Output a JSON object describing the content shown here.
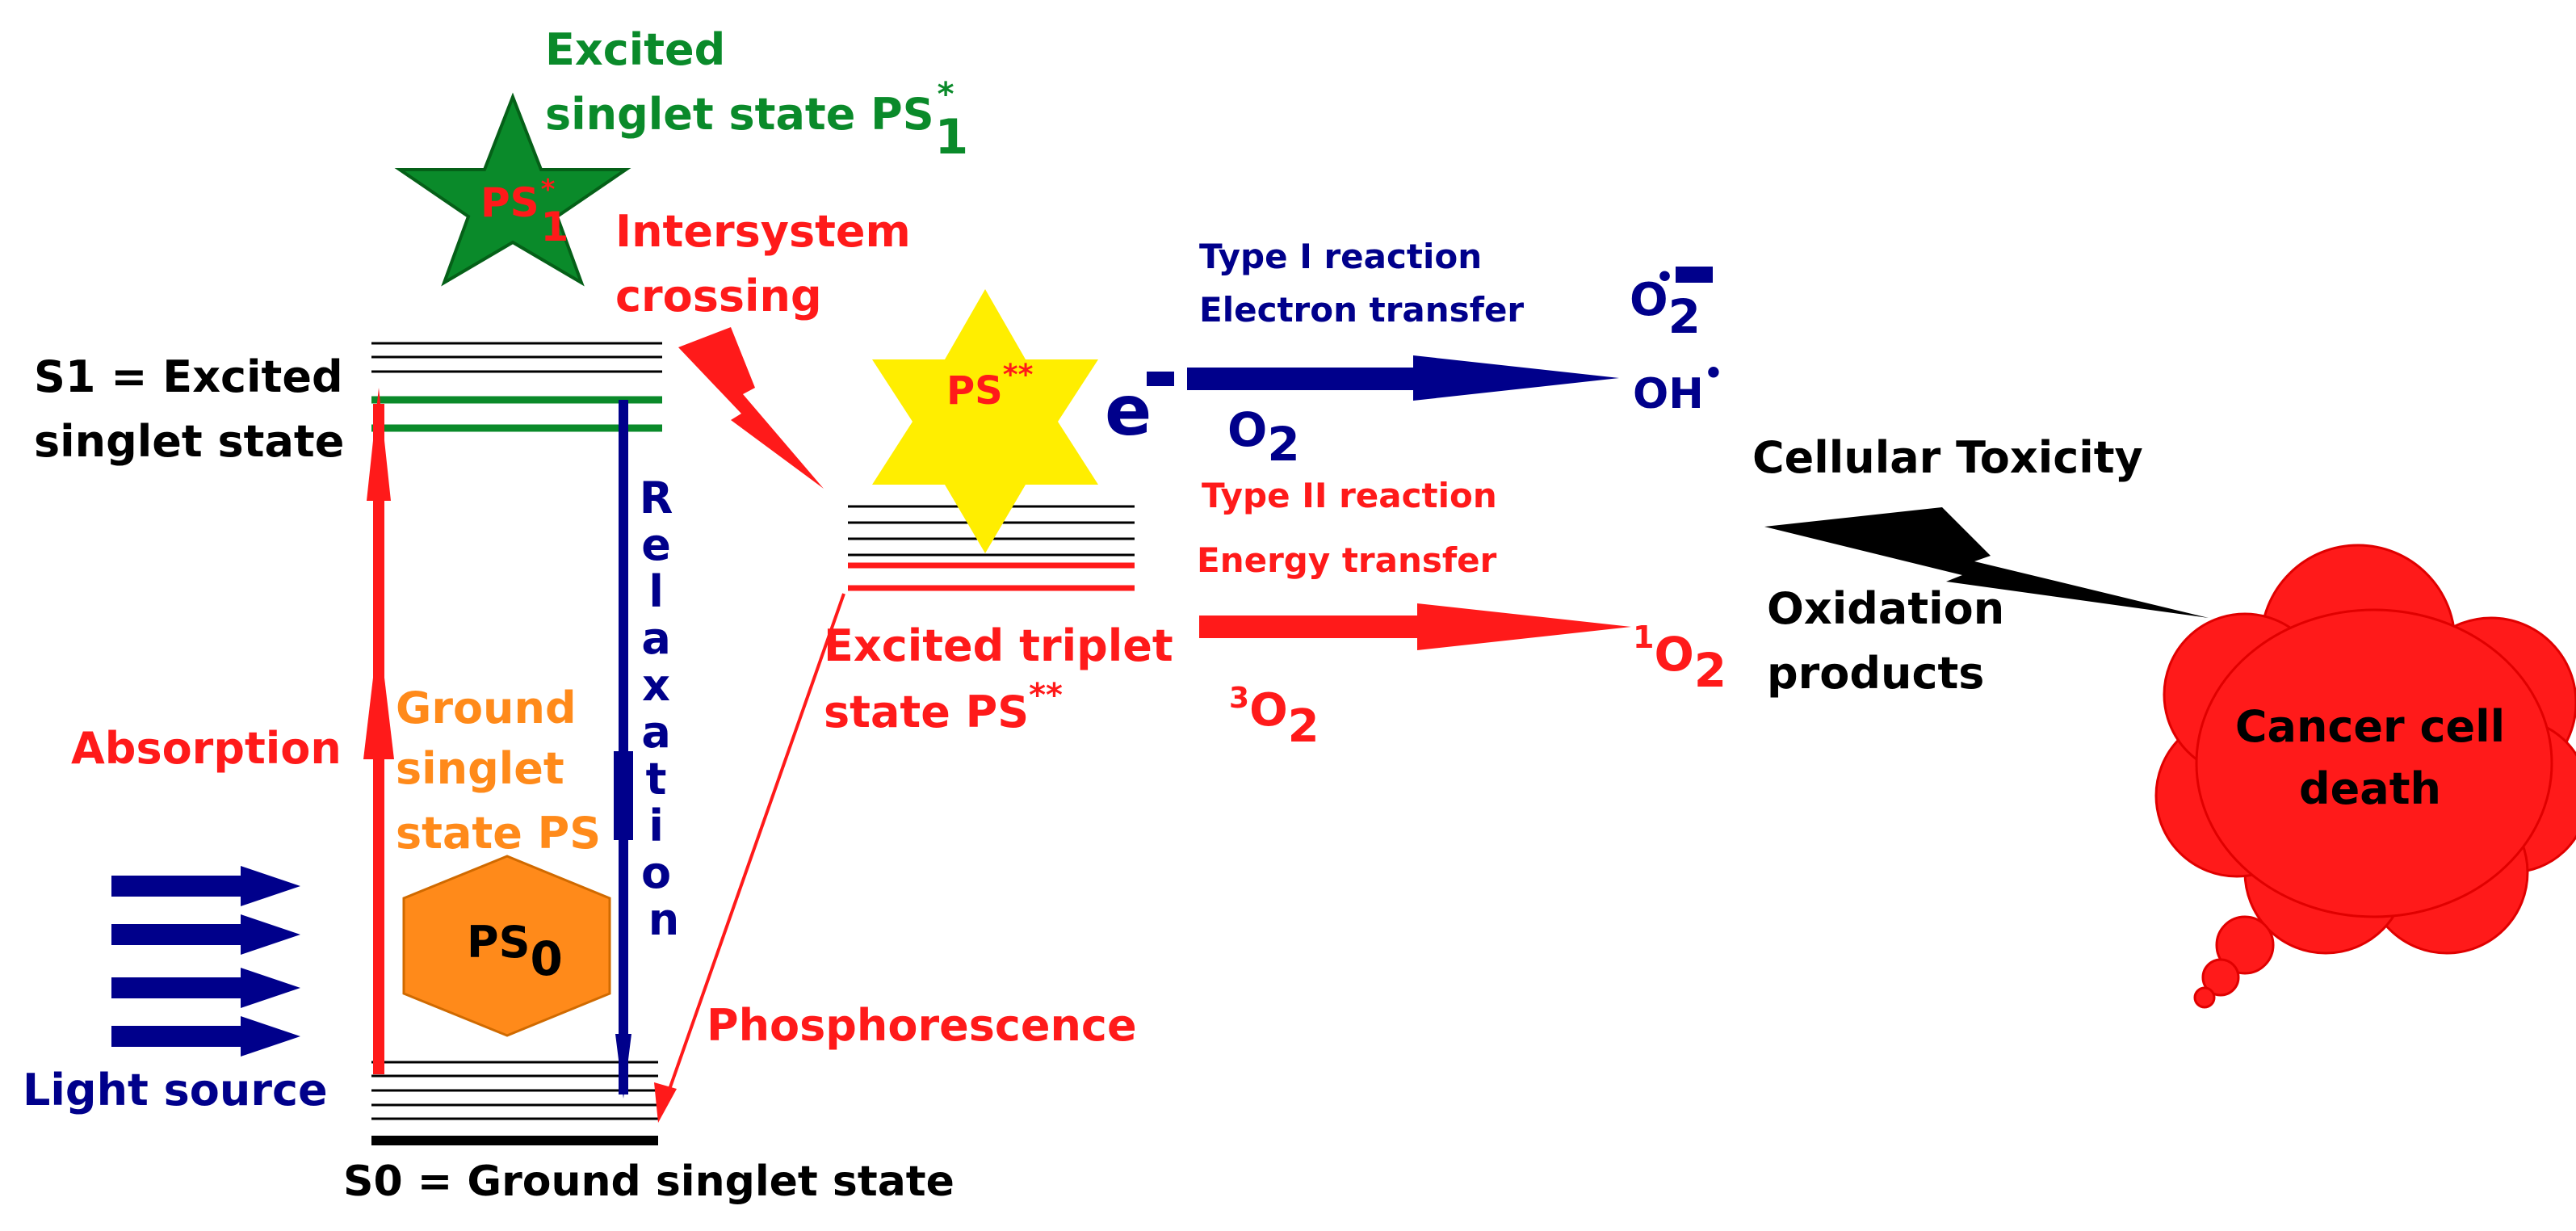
{
  "colors": {
    "green": "#0a8a2a",
    "red": "#ff1a1a",
    "blue": "#00008b",
    "orange": "#ff8a1a",
    "yellow": "#ffee00",
    "black": "#000000"
  },
  "singlet_excited": {
    "label_line1": "Excited",
    "label_line2": "singlet state PS",
    "label_sup": "*",
    "label_sub": "1",
    "star_text": "PS",
    "star_sup": "*",
    "star_sub": "1"
  },
  "isc": {
    "line1": "Intersystem",
    "line2": "crossing"
  },
  "s1": {
    "line1": "S1 = Excited",
    "line2": "singlet state"
  },
  "s0": {
    "label": "S0 = Ground singlet state"
  },
  "absorption": "Absorption",
  "relaxation": [
    "R",
    "e",
    "l",
    "a",
    "x",
    "a",
    "t",
    "i",
    "o",
    "n"
  ],
  "ground_singlet": {
    "line1": "Ground",
    "line2": "singlet",
    "line3": "state PS"
  },
  "ps0": {
    "text": "PS",
    "sub": "0"
  },
  "light_source": "Light source",
  "phosphorescence": "Phosphorescence",
  "triplet_star": {
    "text": "PS",
    "sup": "**"
  },
  "triplet_label": {
    "line1": "Excited triplet",
    "line2": "state PS",
    "sup": "**"
  },
  "electron": {
    "text": "e"
  },
  "type1": {
    "line1": "Type I  reaction",
    "line2": "Electron transfer",
    "o2": "O",
    "o2_sub": "2"
  },
  "type1_products": {
    "superoxide": "O",
    "superoxide_sub": "2",
    "superoxide_sup": "•",
    "hydroxyl": "OH",
    "hydroxyl_sup": "•"
  },
  "type2": {
    "line1": "Type II reaction",
    "line2": "Energy transfer",
    "triplet_o2_sup": "3",
    "triplet_o2": "O",
    "triplet_o2_sub": "2",
    "singlet_o2_sup": "1",
    "singlet_o2": "O",
    "singlet_o2_sub": "2"
  },
  "cellular_toxicity": "Cellular Toxicity",
  "oxidation": {
    "line1": "Oxidation",
    "line2": "products"
  },
  "cancer": {
    "line1": "Cancer cell",
    "line2": "death"
  }
}
